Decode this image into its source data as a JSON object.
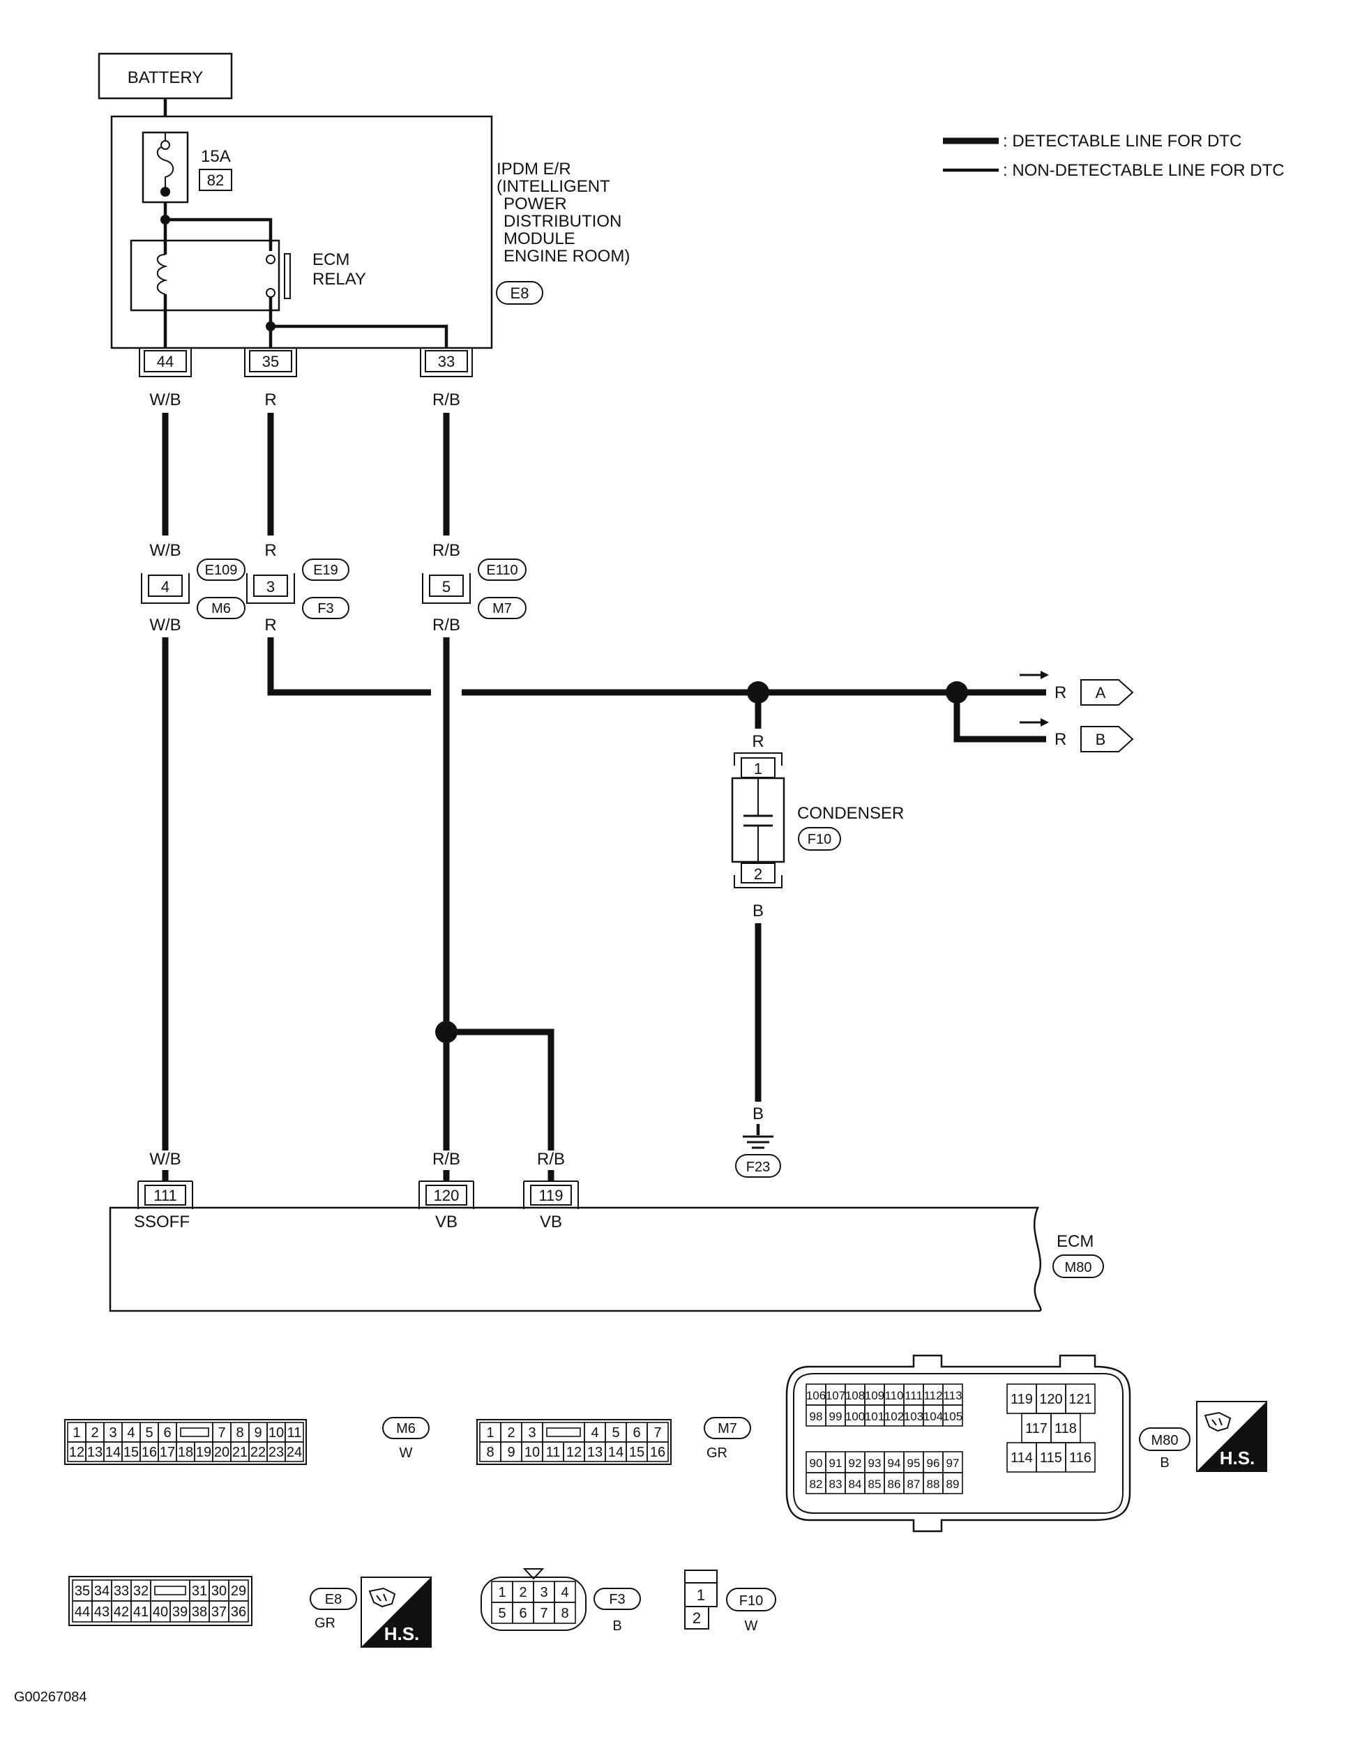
{
  "legend": {
    "detectable": ": DETECTABLE LINE FOR DTC",
    "non_detectable": ": NON-DETECTABLE LINE FOR DTC"
  },
  "battery": "BATTERY",
  "fuse": {
    "rating": "15A",
    "number": "82"
  },
  "ipdm": {
    "lines": [
      "IPDM E/R",
      "(INTELLIGENT",
      "POWER",
      "DISTRIBUTION",
      "MODULE",
      "ENGINE ROOM)"
    ],
    "connector": "E8"
  },
  "relay": {
    "lines": [
      "ECM",
      "RELAY"
    ]
  },
  "ipdm_pins": [
    "44",
    "35",
    "33"
  ],
  "wire_colors": {
    "w_b": "W/B",
    "r": "R",
    "r_b": "R/B",
    "b": "B"
  },
  "junction_connectors": [
    {
      "pin": "4",
      "top": "E109",
      "bottom": "M6"
    },
    {
      "pin": "3",
      "top": "E19",
      "bottom": "F3"
    },
    {
      "pin": "5",
      "top": "E110",
      "bottom": "M7"
    }
  ],
  "offpage": [
    "A",
    "B"
  ],
  "condenser": {
    "label": "CONDENSER",
    "connector": "F10",
    "pins": [
      "1",
      "2"
    ]
  },
  "ground": "F23",
  "ecm": {
    "label": "ECM",
    "connector": "M80",
    "pins": [
      {
        "num": "111",
        "name": "SSOFF"
      },
      {
        "num": "120",
        "name": "VB"
      },
      {
        "num": "119",
        "name": "VB"
      }
    ]
  },
  "connector_views": {
    "m6": {
      "id": "M6",
      "color": "W",
      "row1": [
        "1",
        "2",
        "3",
        "4",
        "5",
        "6",
        "",
        "7",
        "8",
        "9",
        "10",
        "11"
      ],
      "row2": [
        "12",
        "13",
        "14",
        "15",
        "16",
        "17",
        "18",
        "19",
        "20",
        "21",
        "22",
        "23",
        "24"
      ]
    },
    "m7": {
      "id": "M7",
      "color": "GR",
      "row1": [
        "1",
        "2",
        "3",
        "",
        "4",
        "5",
        "6",
        "7"
      ],
      "row2": [
        "8",
        "9",
        "10",
        "11",
        "12",
        "13",
        "14",
        "15",
        "16"
      ]
    },
    "m80": {
      "id": "M80",
      "color": "B",
      "top_row1": [
        "106",
        "107",
        "108",
        "109",
        "110",
        "111",
        "112",
        "113"
      ],
      "top_row2": [
        "98",
        "99",
        "100",
        "101",
        "102",
        "103",
        "104",
        "105"
      ],
      "bottom_row1": [
        "90",
        "91",
        "92",
        "93",
        "94",
        "95",
        "96",
        "97"
      ],
      "bottom_row2": [
        "82",
        "83",
        "84",
        "85",
        "86",
        "87",
        "88",
        "89"
      ],
      "right_row1": [
        "119",
        "120",
        "121"
      ],
      "right_row2": [
        "117",
        "118"
      ],
      "right_row3": [
        "114",
        "115",
        "116"
      ]
    },
    "e8": {
      "id": "E8",
      "color": "GR",
      "row1": [
        "35",
        "34",
        "33",
        "32",
        "",
        "31",
        "30",
        "29"
      ],
      "row2": [
        "44",
        "43",
        "42",
        "41",
        "40",
        "39",
        "38",
        "37",
        "36"
      ]
    },
    "f3": {
      "id": "F3",
      "color": "B",
      "row1": [
        "1",
        "2",
        "3",
        "4"
      ],
      "row2": [
        "5",
        "6",
        "7",
        "8"
      ]
    },
    "f10": {
      "id": "F10",
      "color": "W",
      "pins": [
        "1",
        "2"
      ]
    }
  },
  "hs_badge": "H.S.",
  "figure_id": "G00267084"
}
